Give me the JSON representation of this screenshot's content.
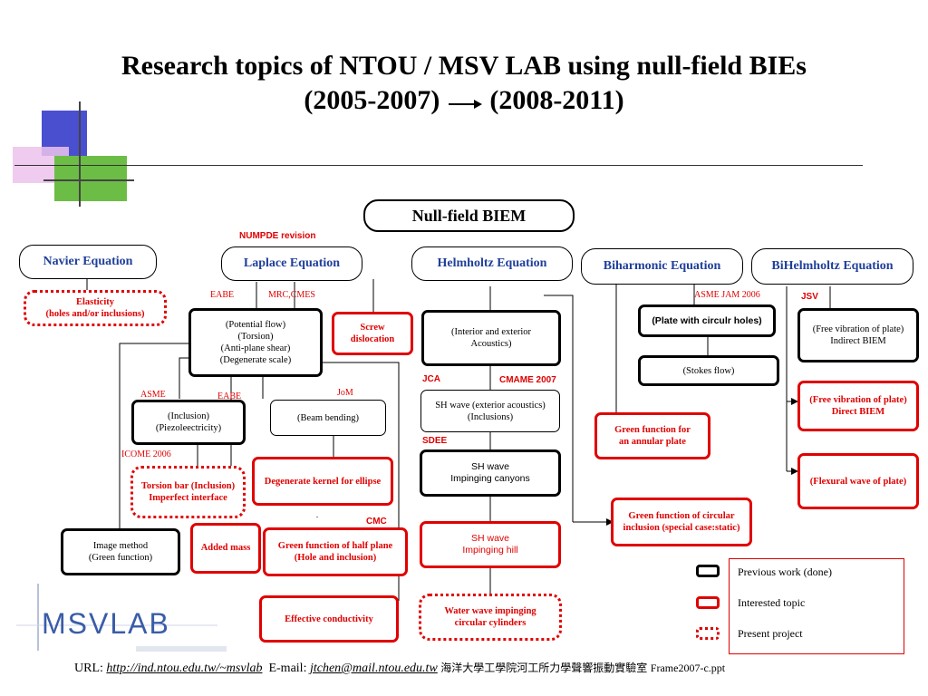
{
  "title": {
    "line1": "Research topics of NTOU / MSV LAB using null-field BIEs",
    "line2_left": "(2005-2007)",
    "line2_right": "(2008-2011)"
  },
  "root": "Null-field BIEM",
  "equations": {
    "navier": "Navier Equation",
    "laplace": "Laplace Equation",
    "helmholtz": "Helmholtz Equation",
    "biharmonic": "Biharmonic Equation",
    "bihelmholtz": "BiHelmholtz Equation"
  },
  "labels": {
    "numpde": "NUMPDE revision",
    "eabe1": "EABE",
    "mrc": "MRC,CMES",
    "asme": "ASME",
    "eabe2": "EABE",
    "jom": "JoM",
    "icome": "ICOME 2006",
    "cmc": "CMC",
    "jca": "JCA",
    "cmame": "CMAME 2007",
    "sdee": "SDEE",
    "asme_jam": "ASME JAM 2006",
    "jsv": "JSV"
  },
  "nodes": {
    "elasticity": "Elasticity\n(holes and/or inclusions)",
    "potential": "(Potential flow)\n(Torsion)\n(Anti-plane shear)\n(Degenerate scale)",
    "screw": "Screw\ndislocation",
    "inclusion": "(Inclusion)\n(Piezoleectricity)",
    "beam": "(Beam bending)",
    "torsion_bar": "Torsion bar  (Inclusion)\nImperfect interface",
    "degenerate": "Degenerate kernel for ellipse",
    "image": "Image method\n(Green function)",
    "added_mass": "Added mass",
    "half_plane": "Green function of half plane\n(Hole and inclusion)",
    "effective": "Effective conductivity",
    "interior": "(Interior and exterior\nAcoustics)",
    "sh_exterior": "SH wave (exterior acoustics)\n(Inclusions)",
    "sh_canyon": "SH wave\nImpinging canyons",
    "sh_hill": "SH wave\nImpinging hill",
    "water": "Water wave impinging\ncircular cylinders",
    "plate_holes": "(Plate with circulr holes)",
    "stokes": "(Stokes flow)",
    "annular": "Green function for\nan annular plate",
    "circular_incl": "Green function of circular\ninclusion (special case:static)",
    "free_vib_indirect": "(Free vibration of plate)\nIndirect BIEM",
    "free_vib_direct": "(Free vibration of plate)\nDirect BIEM",
    "flexural": "(Flexural wave of plate)"
  },
  "legend": {
    "previous": "Previous work (done)",
    "interested": "Interested topic",
    "present": "Present project"
  },
  "logo": "MSVLAB",
  "footer": {
    "url_label": "URL: ",
    "url": "http://ind.ntou.edu.tw/~msvlab",
    "email_label": "E-mail: ",
    "email": "jtchen@mail.ntou.edu.tw",
    "org": "海洋大學工學院河工所力學聲響振動實驗室",
    "file": "Frame2007-c.ppt"
  },
  "colors": {
    "red": "#e00000",
    "equation_text": "#1f3f9a",
    "deco_blue": "#4a4fd0",
    "deco_green": "#6cbd45",
    "deco_pink": "#e8b8e8"
  }
}
